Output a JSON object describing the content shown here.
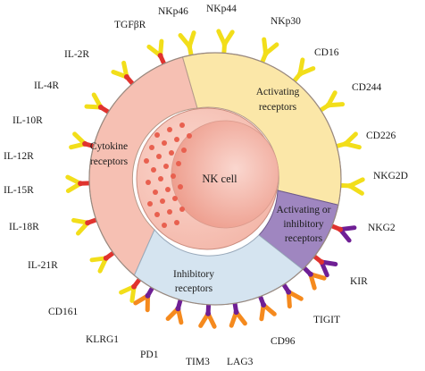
{
  "diagram": {
    "center_label": "NK cell",
    "sectors": {
      "cytokine": {
        "line1": "Cytokine",
        "line2": "receptors"
      },
      "activating": {
        "line1": "Activating",
        "line2": "receptors"
      },
      "activating_inhibitory": {
        "line1": "Activating or",
        "line2": "inhibitory",
        "line3": "receptors"
      },
      "inhibitory": {
        "line1": "Inhibitory",
        "line2": "receptors"
      }
    },
    "receptors": {
      "cytokine": [
        "TGFβR",
        "IL-2R",
        "IL-4R",
        "IL-10R",
        "IL-12R",
        "IL-15R",
        "IL-18R",
        "IL-21R"
      ],
      "activating": [
        "NKp46",
        "NKp44",
        "NKp30",
        "CD16",
        "CD244",
        "CD226",
        "NKG2D"
      ],
      "activating_inhibitory": [
        "NKG2",
        "KIR"
      ],
      "inhibitory": [
        "CD161",
        "KLRG1",
        "PD1",
        "TIM3",
        "LAG3",
        "CD96",
        "TIGIT"
      ]
    },
    "colors": {
      "cytokine_sector": "#f6c0b3",
      "activating_sector": "#fbe7a8",
      "activating_inhibitory_sector": "#9f86c0",
      "inhibitory_sector": "#d5e4f0",
      "nucleus": "#f0a89a",
      "yellow_receptor": "#f2de1a",
      "red_receptor": "#e0332f",
      "purple_receptor": "#6f1f95",
      "orange_receptor": "#f58a1e"
    }
  }
}
